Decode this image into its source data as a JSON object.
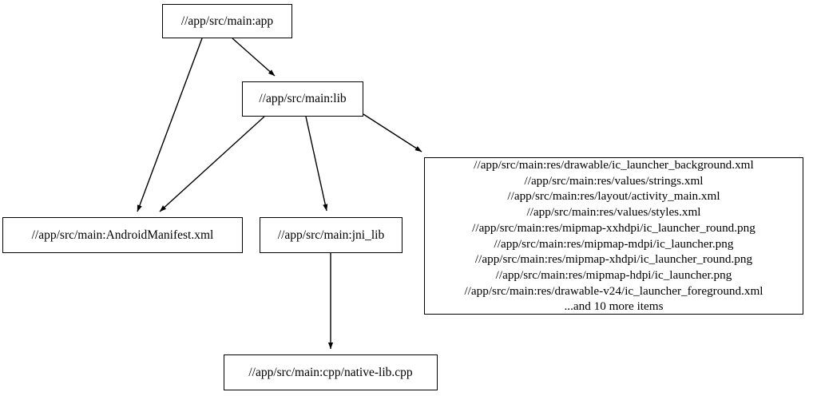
{
  "graph": {
    "type": "directed-dependency-graph",
    "nodes": [
      {
        "id": "app",
        "label": "//app/src/main:app"
      },
      {
        "id": "lib",
        "label": "//app/src/main:lib"
      },
      {
        "id": "manifest",
        "label": "//app/src/main:AndroidManifest.xml"
      },
      {
        "id": "jni_lib",
        "label": "//app/src/main:jni_lib"
      },
      {
        "id": "res",
        "lines": [
          "//app/src/main:res/drawable/ic_launcher_background.xml",
          "//app/src/main:res/values/strings.xml",
          "//app/src/main:res/layout/activity_main.xml",
          "//app/src/main:res/values/styles.xml",
          "//app/src/main:res/mipmap-xxhdpi/ic_launcher_round.png",
          "//app/src/main:res/mipmap-mdpi/ic_launcher.png",
          "//app/src/main:res/mipmap-xhdpi/ic_launcher_round.png",
          "//app/src/main:res/mipmap-hdpi/ic_launcher.png",
          "//app/src/main:res/drawable-v24/ic_launcher_foreground.xml",
          "...and 10 more items"
        ]
      },
      {
        "id": "cpp",
        "label": "//app/src/main:cpp/native-lib.cpp"
      }
    ],
    "edges": [
      {
        "from": "app",
        "to": "lib"
      },
      {
        "from": "app",
        "to": "manifest"
      },
      {
        "from": "lib",
        "to": "manifest"
      },
      {
        "from": "lib",
        "to": "jni_lib"
      },
      {
        "from": "lib",
        "to": "res"
      },
      {
        "from": "jni_lib",
        "to": "cpp"
      }
    ],
    "colors": {
      "background": "#ffffff",
      "node_border": "#000000",
      "node_fill": "#ffffff",
      "edge": "#000000",
      "text": "#000000"
    }
  }
}
